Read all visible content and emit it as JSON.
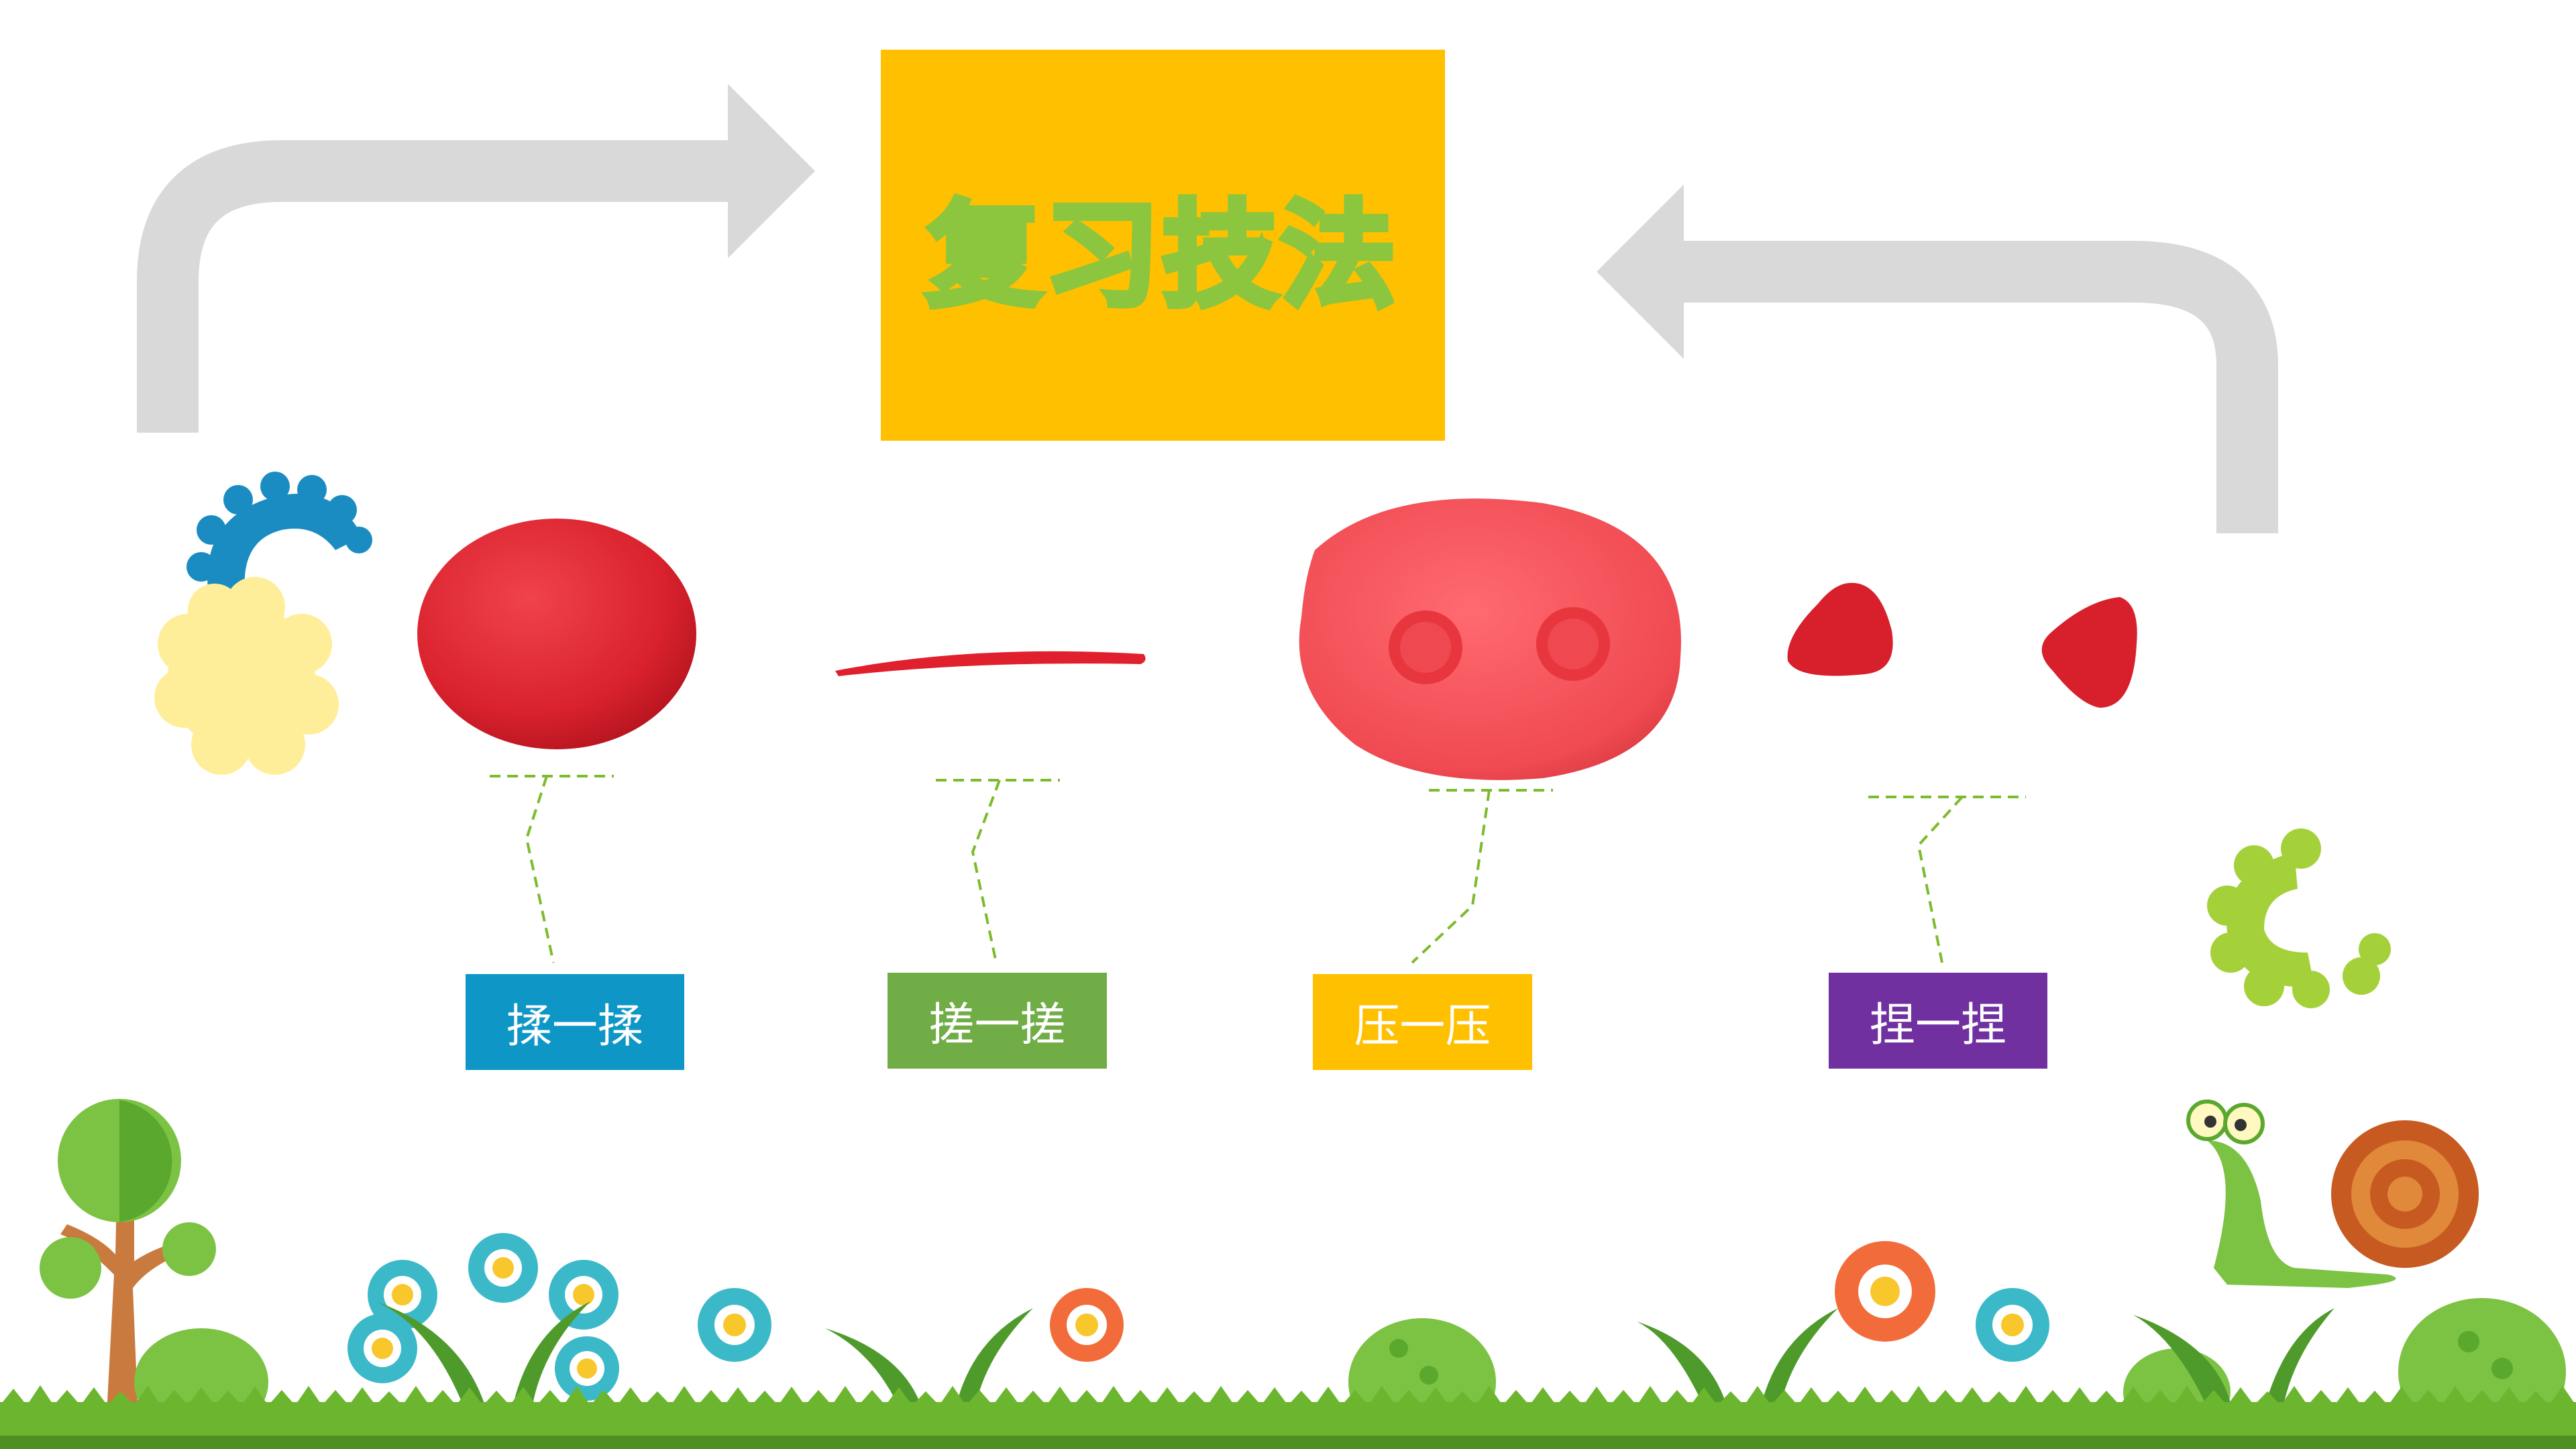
{
  "title": "复习技法",
  "steps": [
    {
      "label": "揉一揉",
      "color": "#0E96C6"
    },
    {
      "label": "搓一搓",
      "color": "#70AD47"
    },
    {
      "label": "压一压",
      "color": "#FFC000"
    },
    {
      "label": "捏一捏",
      "color": "#7030A0"
    }
  ],
  "colors": {
    "arrow": "#D9D9D9",
    "clay": "#E8303A",
    "connector": "#7DBB2D",
    "grass": "#6CB52E"
  }
}
